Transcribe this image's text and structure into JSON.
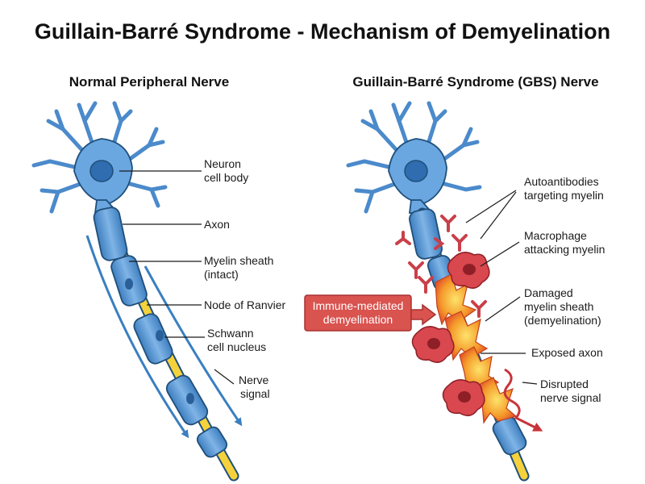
{
  "title": "Guillain-Barré Syndrome - Mechanism of Demyelination",
  "panels": {
    "normal": {
      "heading": "Normal Peripheral Nerve",
      "labels": {
        "cell_body_1": "Neuron",
        "cell_body_2": "cell body",
        "axon": "Axon",
        "myelin_1": "Myelin sheath",
        "myelin_2": "(intact)",
        "node": "Node of Ranvier",
        "schwann_1": "Schwann",
        "schwann_2": "cell nucleus",
        "signal_1": "Nerve",
        "signal_2": "signal"
      }
    },
    "gbs": {
      "heading": "Guillain-Barré Syndrome (GBS) Nerve",
      "labels": {
        "auto_1": "Autoantibodies",
        "auto_2": "targeting myelin",
        "macro_1": "Macrophage",
        "macro_2": "attacking myelin",
        "damaged_1": "Damaged",
        "damaged_2": "myelin sheath",
        "damaged_3": "(demyelination)",
        "exposed": "Exposed axon",
        "disrupted_1": "Disrupted",
        "disrupted_2": "nerve signal"
      },
      "callout": {
        "line1": "Immune-mediated",
        "line2": "demyelination"
      }
    }
  },
  "colors": {
    "neuron": "#5b9bd5",
    "myelin": "#4f8fcf",
    "axon": "#f5d23c",
    "antibody": "#c9404a",
    "macrophage": "#d9474f",
    "damage": "#f07a2a",
    "callout": "#d9534f"
  }
}
